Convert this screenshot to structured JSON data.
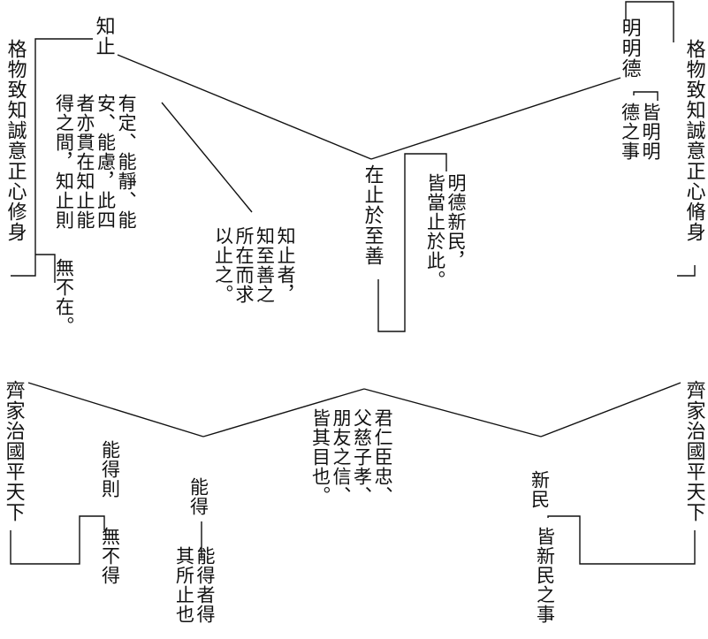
{
  "top": {
    "left_title": "格物致知誠意正心修身",
    "zhizhi": "知止",
    "no_not_present": "無不在。",
    "youding": "有定、能靜、能\n安、能慮，此四\n者亦貫在知止能\n得之間，知止則",
    "zhizhizhe": "知止者，\n知至善之\n所在而求\n以止之。",
    "zai_zhi_yu_zhishan": "在止於至善",
    "mingde_xinmin": "明德新民，\n皆當止於此。",
    "mingmingde": "明明德",
    "jie_mingmingde": "皆明明\n德之事",
    "right_title": "格物致知誠意正心脩身"
  },
  "bottom": {
    "left_title": "齊家治國平天下",
    "nengde_ze": "能得則",
    "wu_bu_de": "無不得",
    "nengde": "能得",
    "nengdezhe": "能得者得\n其所止也",
    "junren": "君仁臣忠、\n父慈子孝、\n朋友之信、\n皆其目也。",
    "xinmin": "新民",
    "jie_xinmin": "皆新民之事",
    "right_title": "齊家治國平天下"
  }
}
